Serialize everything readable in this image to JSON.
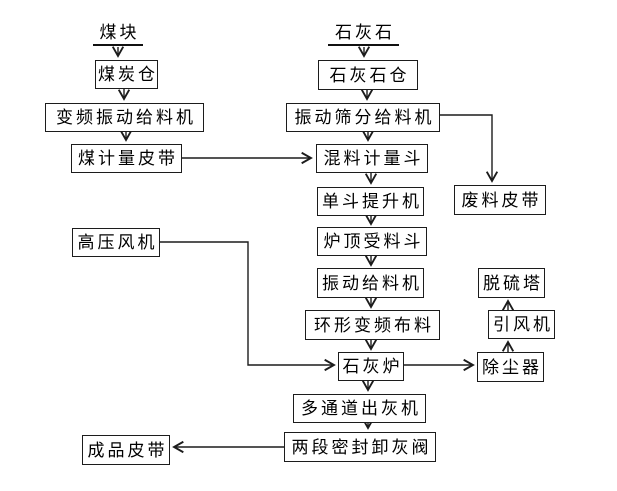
{
  "diagram": {
    "type": "flowchart",
    "language": "zh-CN",
    "description": "Lime kiln production process flow diagram"
  },
  "colors": {
    "background": "#ffffff",
    "line": "#1c1c1c",
    "box_border": "#1c1c1c",
    "text": "#000000"
  },
  "nodes": {
    "coal_header": {
      "label": "煤块",
      "shape": "underlined-text"
    },
    "limestone_header": {
      "label": "石灰石",
      "shape": "underlined-text"
    },
    "coal_bunker": {
      "label": "煤炭仓",
      "shape": "box"
    },
    "vf_vibrating_feeder": {
      "label": "变频振动给料机",
      "shape": "box"
    },
    "coal_metering_belt": {
      "label": "煤计量皮带",
      "shape": "box"
    },
    "limestone_bunker": {
      "label": "石灰石仓",
      "shape": "box"
    },
    "vibrating_screen_feeder": {
      "label": "振动筛分给料机",
      "shape": "box"
    },
    "mix_metering_hopper": {
      "label": "混料计量斗",
      "shape": "box"
    },
    "bucket_elevator": {
      "label": "单斗提升机",
      "shape": "box"
    },
    "furnace_top_hopper": {
      "label": "炉顶受料斗",
      "shape": "box"
    },
    "vibrating_feeder": {
      "label": "振动给料机",
      "shape": "box"
    },
    "ring_vf_distributor": {
      "label": "环形变频布料",
      "shape": "box"
    },
    "lime_kiln": {
      "label": "石灰炉",
      "shape": "box"
    },
    "multi_channel_ash_discharger": {
      "label": "多通道出灰机",
      "shape": "box"
    },
    "two_stage_seal_ash_valve": {
      "label": "两段密封卸灰阀",
      "shape": "box"
    },
    "product_belt": {
      "label": "成品皮带",
      "shape": "box"
    },
    "hp_fan": {
      "label": "高压风机",
      "shape": "box"
    },
    "waste_belt": {
      "label": "废料皮带",
      "shape": "box"
    },
    "desulfurization_tower": {
      "label": "脱硫塔",
      "shape": "box"
    },
    "induced_draft_fan": {
      "label": "引风机",
      "shape": "box"
    },
    "dust_collector": {
      "label": "除尘器",
      "shape": "box"
    }
  },
  "edges": [
    {
      "from": "煤块",
      "to": "煤炭仓"
    },
    {
      "from": "煤炭仓",
      "to": "变频振动给料机"
    },
    {
      "from": "变频振动给料机",
      "to": "煤计量皮带"
    },
    {
      "from": "煤计量皮带",
      "to": "混料计量斗"
    },
    {
      "from": "石灰石",
      "to": "石灰石仓"
    },
    {
      "from": "石灰石仓",
      "to": "振动筛分给料机"
    },
    {
      "from": "振动筛分给料机",
      "to": "混料计量斗"
    },
    {
      "from": "振动筛分给料机",
      "to": "废料皮带"
    },
    {
      "from": "混料计量斗",
      "to": "单斗提升机"
    },
    {
      "from": "单斗提升机",
      "to": "炉顶受料斗"
    },
    {
      "from": "炉顶受料斗",
      "to": "振动给料机"
    },
    {
      "from": "振动给料机",
      "to": "环形变频布料"
    },
    {
      "from": "环形变频布料",
      "to": "石灰炉"
    },
    {
      "from": "高压风机",
      "to": "石灰炉"
    },
    {
      "from": "石灰炉",
      "to": "除尘器"
    },
    {
      "from": "除尘器",
      "to": "引风机"
    },
    {
      "from": "引风机",
      "to": "脱硫塔"
    },
    {
      "from": "石灰炉",
      "to": "多通道出灰机"
    },
    {
      "from": "多通道出灰机",
      "to": "两段密封卸灰阀"
    },
    {
      "from": "两段密封卸灰阀",
      "to": "成品皮带"
    }
  ]
}
